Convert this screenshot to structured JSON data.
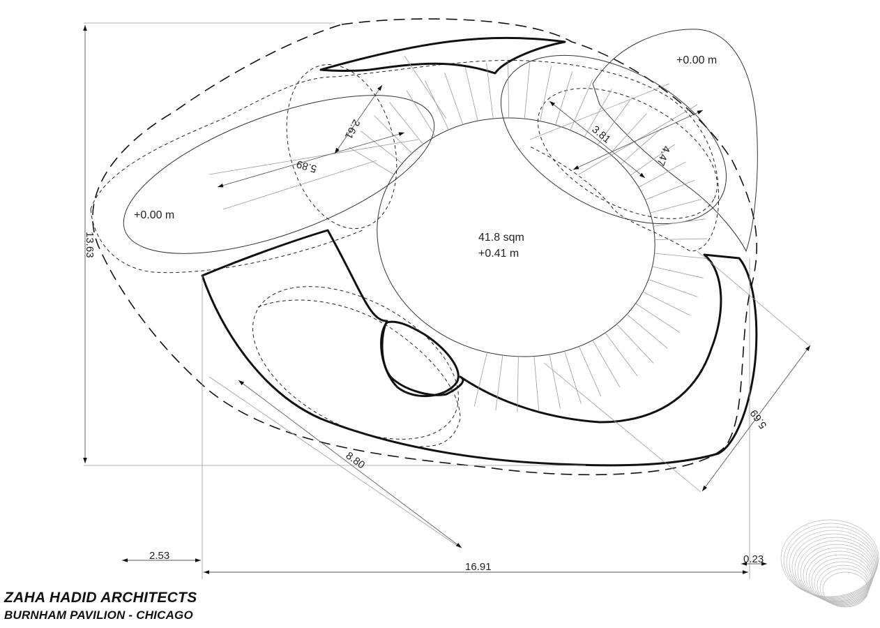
{
  "title_block": {
    "firm": "ZAHA HADID ARCHITECTS",
    "project": "BURNHAM PAVILION - CHICAGO"
  },
  "labels": {
    "center_area": "41.8 sqm",
    "center_level": "+0.41 m",
    "left_level": "+0.00 m",
    "right_level": "+0.00 m"
  },
  "dimensions": {
    "height": "13.63",
    "left_offset": "2.53",
    "width": "16.91",
    "right_offset": "0.23",
    "diagonal_lower": "8.80",
    "diagonal_right": "5.69",
    "left_lobe_length": "5.89",
    "left_lobe_width": "2.61",
    "right_lobe_inner": "3.81",
    "right_lobe_outer": "4.47"
  }
}
